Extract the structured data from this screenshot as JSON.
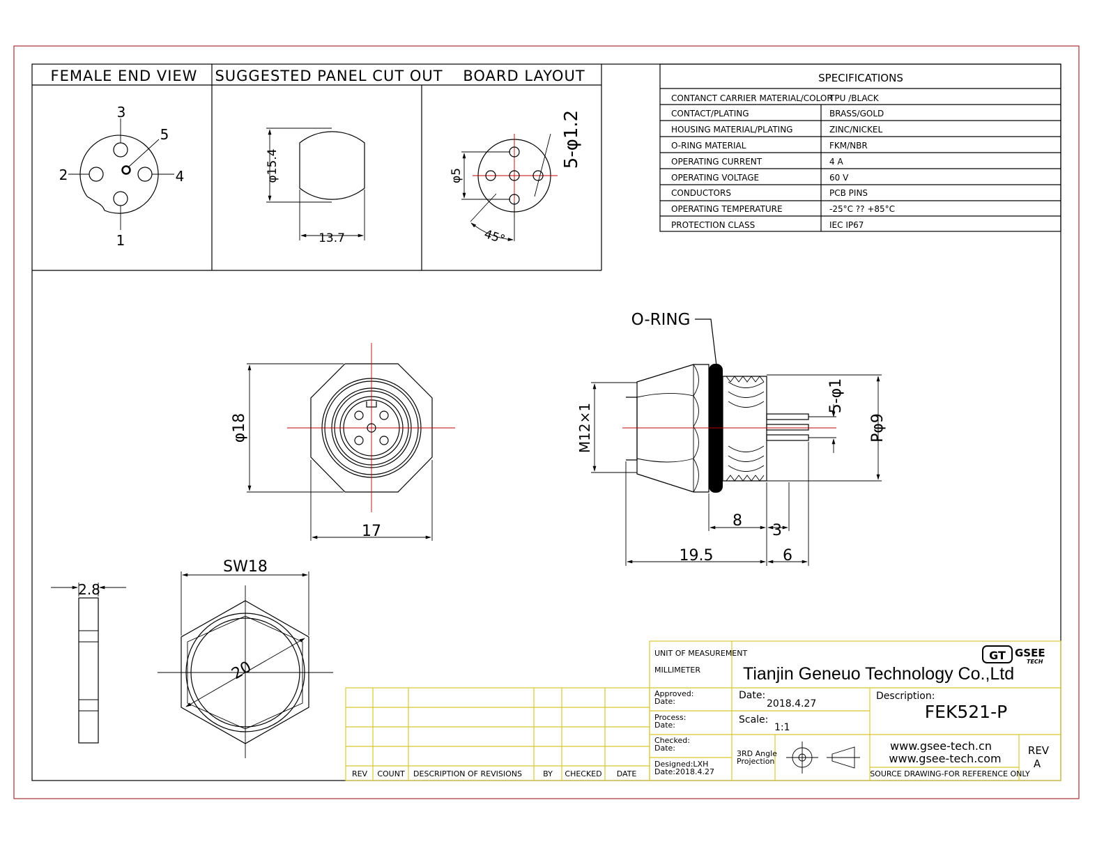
{
  "views": {
    "female_end_view": "FEMALE END VIEW",
    "panel_cut_out": "SUGGESTED PANEL CUT OUT",
    "board_layout": "BOARD  LAYOUT"
  },
  "pin_labels": [
    "1",
    "2",
    "3",
    "4",
    "5"
  ],
  "panel_dims": {
    "height": "φ15.4",
    "width": "13.7"
  },
  "board_dims": {
    "pins": "5-φ1.2",
    "circle": "φ5",
    "angle": "45°"
  },
  "front_dims": {
    "diameter": "φ18",
    "width": "17"
  },
  "side_dims": {
    "oring": "O-RING",
    "thread": "M12×1",
    "pins": "5-φ1",
    "pcd": "Pφ9",
    "d8": "8",
    "d3": "3",
    "d19": "19.5",
    "d6": "6"
  },
  "nut_dims": {
    "thickness": "2.8",
    "sw": "SW18",
    "dia": "20"
  },
  "specifications": {
    "title": "SPECIFICATIONS",
    "rows": [
      {
        "label": "CONTANCT CARRIER MATERIAL/COLOR",
        "value": "TPU /BLACK"
      },
      {
        "label": "CONTACT/PLATING",
        "value": "BRASS/GOLD"
      },
      {
        "label": "HOUSING MATERIAL/PLATING",
        "value": "ZINC/NICKEL"
      },
      {
        "label": "O-RING  MATERIAL",
        "value": "FKM/NBR"
      },
      {
        "label": "OPERATING CURRENT",
        "value": "4 A"
      },
      {
        "label": "OPERATING VOLTAGE",
        "value": "60 V"
      },
      {
        "label": "CONDUCTORS",
        "value": "PCB PINS"
      },
      {
        "label": "OPERATING TEMPERATURE",
        "value": "-25°C ?? +85°C"
      },
      {
        "label": "PROTECTION CLASS",
        "value": "IEC   IP67"
      }
    ]
  },
  "revision_headers": [
    "REV",
    "COUNT",
    "DESCRIPTION  OF  REVISIONS",
    "BY",
    "CHECKED",
    "DATE"
  ],
  "title_block": {
    "unit_label": "UNIT OF MEASUREMENT",
    "unit_value": "MILLIMETER",
    "company": "Tianjin Geneuo Technology Co.,Ltd",
    "logo_mark": "GT",
    "logo_name": "GSEE",
    "logo_sub": "TECH",
    "approved": "Approved:",
    "approved_date": "Date:",
    "process": "Process:",
    "process_date": "Date:",
    "checked": "Checked:",
    "checked_date": "Date:",
    "designed": "Designed:LXH",
    "designed_date": "Date:2018.4.27",
    "date_label": "Date:",
    "date_value": "2018.4.27",
    "scale_label": "Scale:",
    "scale_value": "1:1",
    "projection_line1": "3RD Angle",
    "projection_line2": "Projection",
    "description_label": "Description:",
    "description_value": "FEK521-P",
    "web1": "www.gsee-tech.cn",
    "web2": "www.gsee-tech.com",
    "source_note": "SOURCE DRAWING-FOR REFERENCE ONLY",
    "rev_label": "REV",
    "rev_value": "A"
  }
}
